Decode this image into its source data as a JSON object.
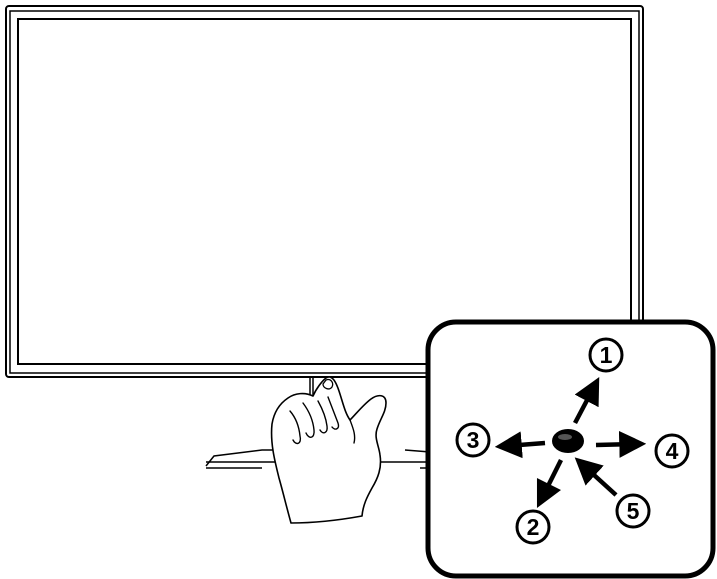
{
  "colors": {
    "line": "#000000",
    "background": "#ffffff"
  },
  "icons": {
    "monitor": "monitor-icon",
    "hand": "pointing-hand-icon",
    "joystick": "joystick-button-icon"
  },
  "callout": {
    "directions": [
      {
        "id": "up",
        "number": "1"
      },
      {
        "id": "down",
        "number": "2"
      },
      {
        "id": "left",
        "number": "3"
      },
      {
        "id": "right",
        "number": "4"
      },
      {
        "id": "press",
        "number": "5"
      }
    ]
  }
}
